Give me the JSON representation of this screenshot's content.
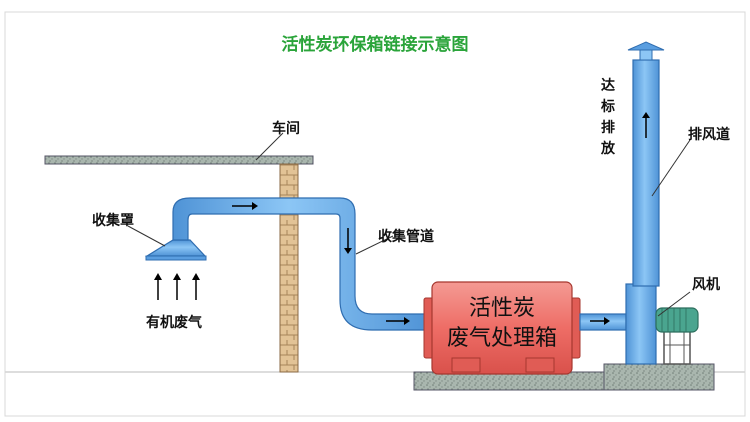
{
  "title": "活性炭环保箱链接示意图",
  "colors": {
    "title": "#2aa43a",
    "pipe": "#6fb1ea",
    "pipe_dark": "#3d7fc2",
    "box": "#ef6a63",
    "box_dark": "#c0403a",
    "brick": "#d6b48a",
    "ground": "#9aa9a2",
    "motor": "#4aa58f"
  },
  "labels": {
    "workshop": "车间",
    "hood": "收集罩",
    "organic_gas": "有机废气",
    "duct": "收集管道",
    "exhaust_pipe": "排风道",
    "fan": "风机",
    "emission": "达标排放",
    "box_line1": "活性炭",
    "box_line2": "废气处理箱"
  }
}
